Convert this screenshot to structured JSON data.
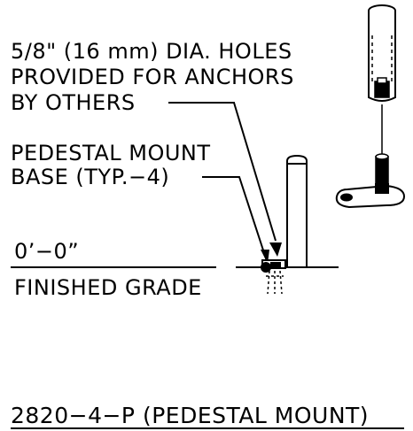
{
  "notes": {
    "anchor_holes": [
      "5/8\" (16 mm) DIA. HOLES",
      "PROVIDED FOR ANCHORS",
      "BY OTHERS"
    ],
    "pedestal_mount": [
      "PEDESTAL MOUNT",
      "BASE (TYP.−4)"
    ],
    "elevation": "0’−0”",
    "grade": "FINISHED GRADE"
  },
  "title": "2820−4−P (PEDESTAL MOUNT)",
  "colors": {
    "ink": "#000000",
    "paper": "#ffffff"
  }
}
